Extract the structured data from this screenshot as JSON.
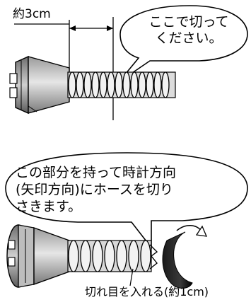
{
  "top_figure": {
    "measurement_label": "約3cm",
    "bubble_lines": [
      "ここで切って",
      "ください。"
    ]
  },
  "bottom_figure": {
    "bubble_lines": [
      "この部分を持って時計方向",
      "(矢印方向)にホースを切り",
      "さきます。"
    ],
    "cut_label": "切れ目を入れる(約1cm)"
  }
}
